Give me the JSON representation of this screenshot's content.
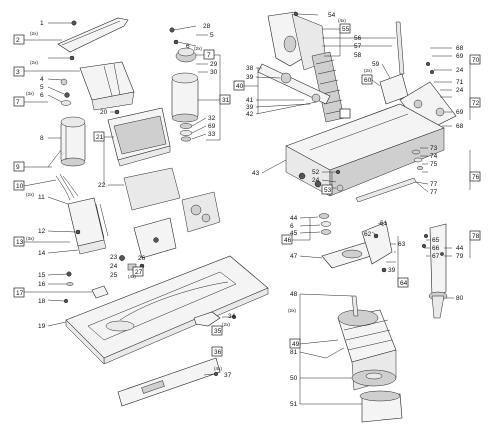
{
  "labels": {
    "left": [
      "1",
      "2",
      "3",
      "4",
      "5",
      "6",
      "7",
      "8",
      "9",
      "10",
      "11",
      "12",
      "13",
      "14",
      "15",
      "16",
      "17",
      "18",
      "19",
      "20",
      "21",
      "22",
      "23",
      "24",
      "25",
      "26",
      "27"
    ],
    "middle": [
      "28",
      "5",
      "6",
      "7",
      "29",
      "30",
      "31",
      "32",
      "69",
      "33",
      "34",
      "35",
      "36",
      "37",
      "38",
      "39",
      "40",
      "41",
      "39",
      "42",
      "48",
      "49",
      "81",
      "50",
      "51"
    ],
    "right": [
      "54",
      "55",
      "56",
      "57",
      "58",
      "59",
      "60",
      "68",
      "69",
      "24",
      "70",
      "71",
      "24",
      "72",
      "69",
      "68",
      "73",
      "74",
      "75",
      "76",
      "77",
      "77",
      "43",
      "52",
      "24",
      "53",
      "61",
      "62",
      "63",
      "64",
      "65",
      "66",
      "67",
      "44",
      "79",
      "78",
      "80",
      "44",
      "6",
      "45",
      "46",
      "47",
      "39"
    ]
  },
  "quantities": {
    "q_2x": "(2x)",
    "q_3x": "(3x)",
    "q_4x": "(4x)"
  }
}
